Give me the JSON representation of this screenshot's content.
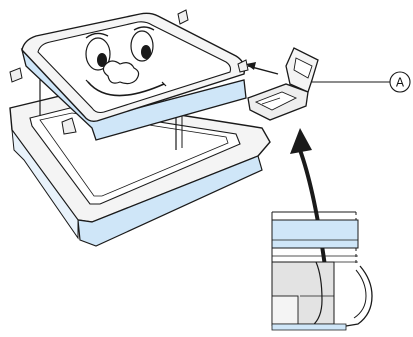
{
  "diagram": {
    "callouts": [
      {
        "id": "A",
        "label": "A"
      }
    ],
    "components": {
      "lid": "smiling-face-panel",
      "frame": "rectangular-base-frame",
      "bracket": "mounting-clip",
      "detail": "cutaway-side-view"
    },
    "colors": {
      "line": "#1a1a1a",
      "panel_fill": "#f2f2f2",
      "face_fill": "#ffffff",
      "accent_blue": "#cfe6f8",
      "shadow_gray": "#d9d9d9"
    }
  }
}
